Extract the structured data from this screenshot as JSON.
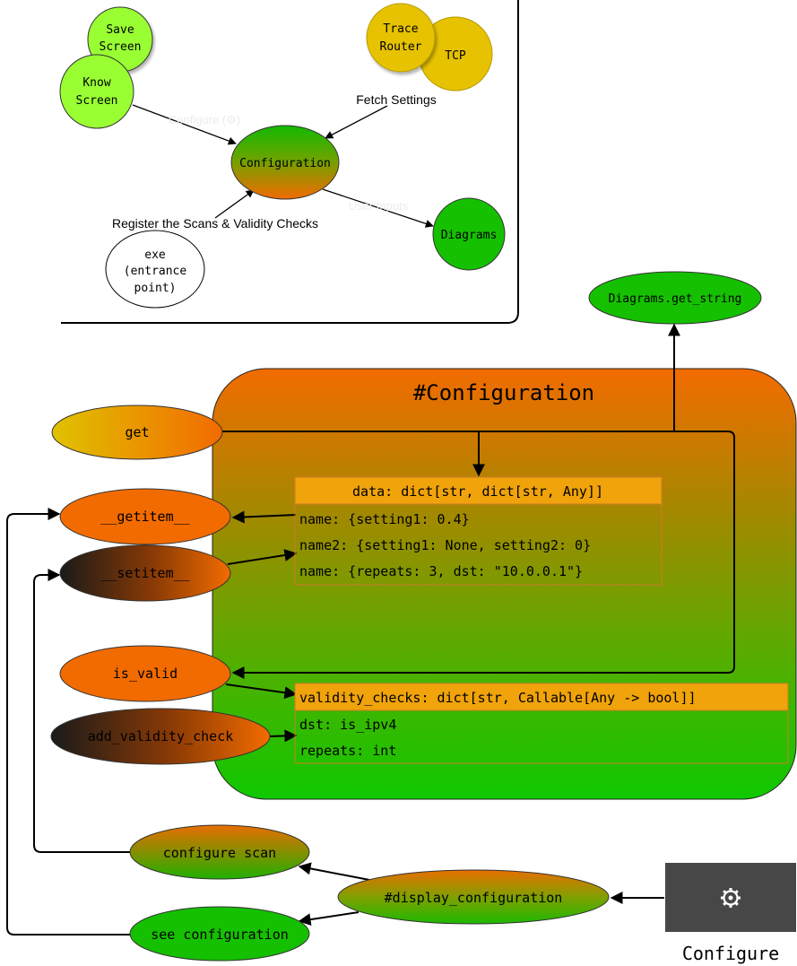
{
  "top_diagram": {
    "nodes": {
      "save_screen": [
        "Save",
        "Screen"
      ],
      "know_screen": [
        "Know",
        "Screen"
      ],
      "trace_router": [
        "Trace",
        "Router"
      ],
      "tcp": "TCP",
      "configuration": "Configuration",
      "diagrams": "Diagrams",
      "exe": [
        "exe",
        "(entrance",
        "point)"
      ]
    },
    "edge_labels": {
      "configure": "Configure (⚙)",
      "fetch_settings": "Fetch Settings",
      "user_inputs": "User Inputs",
      "register": "Register the Scans & Validity Checks"
    }
  },
  "diagrams_get_string": "Diagrams.get_string",
  "configuration_class": {
    "title": "#Configuration",
    "methods": {
      "get": "get",
      "getitem": "__getitem__",
      "setitem": "__setitem__",
      "is_valid": "is_valid",
      "add_validity_check": "add_validity_check"
    },
    "data_table": {
      "header": "data: dict[str, dict[str, Any]]",
      "rows": [
        "name: {setting1: 0.4}",
        "name2: {setting1: None, setting2: 0}",
        "name: {repeats: 3, dst: \"10.0.0.1\"}"
      ]
    },
    "validity_table": {
      "header": "validity_checks: dict[str, Callable[Any -> bool]]",
      "rows": [
        "dst: is_ipv4",
        "repeats: int"
      ]
    }
  },
  "bottom": {
    "configure_scan": "configure scan",
    "see_configuration": "see configuration",
    "display_configuration": "#display_configuration",
    "configure_button_icon": "gear-icon",
    "configure_button_label": "Configure"
  },
  "colors": {
    "orange": "#f26b00",
    "green": "#19c400",
    "dark_green": "#15c000",
    "light_green": "#99ff33",
    "yellow": "#e6c200",
    "table_header": "#f0a30a",
    "button_bg": "#474747"
  }
}
